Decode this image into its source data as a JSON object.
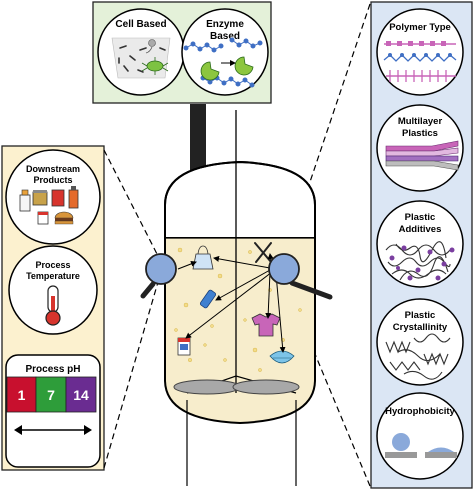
{
  "top_panel": {
    "cell_label_1": "Cell Based",
    "enzyme_label_1": "Enzyme",
    "enzyme_label_2": "Based"
  },
  "left_panel": {
    "downstream_1": "Downstream",
    "downstream_2": "Products",
    "temperature_1": "Process",
    "temperature_2": "Temperature",
    "ph_title": "Process pH",
    "ph_values": [
      "1",
      "7",
      "14"
    ],
    "ph_colors": [
      "#c8102e",
      "#2e9d3a",
      "#6a2c91"
    ]
  },
  "right_panel": {
    "polymer_type": "Polymer Type",
    "multilayer_1": "Multilayer",
    "multilayer_2": "Plastics",
    "additives_1": "Plastic",
    "additives_2": "Additives",
    "crystallinity_1": "Plastic",
    "crystallinity_2": "Crystallinity",
    "hydrophobicity": "Hydrophobicity"
  },
  "colors": {
    "top_panel_bg": "#e4f1d9",
    "left_panel_bg": "#fcf1cf",
    "right_panel_bg": "#dbe6f4",
    "liquid": "#f7edcc",
    "lens": "#8aa9da",
    "polymer_blue": "#3f6fc4",
    "polymer_pink": "#c865b8",
    "additive_purple": "#7b3fa0"
  }
}
